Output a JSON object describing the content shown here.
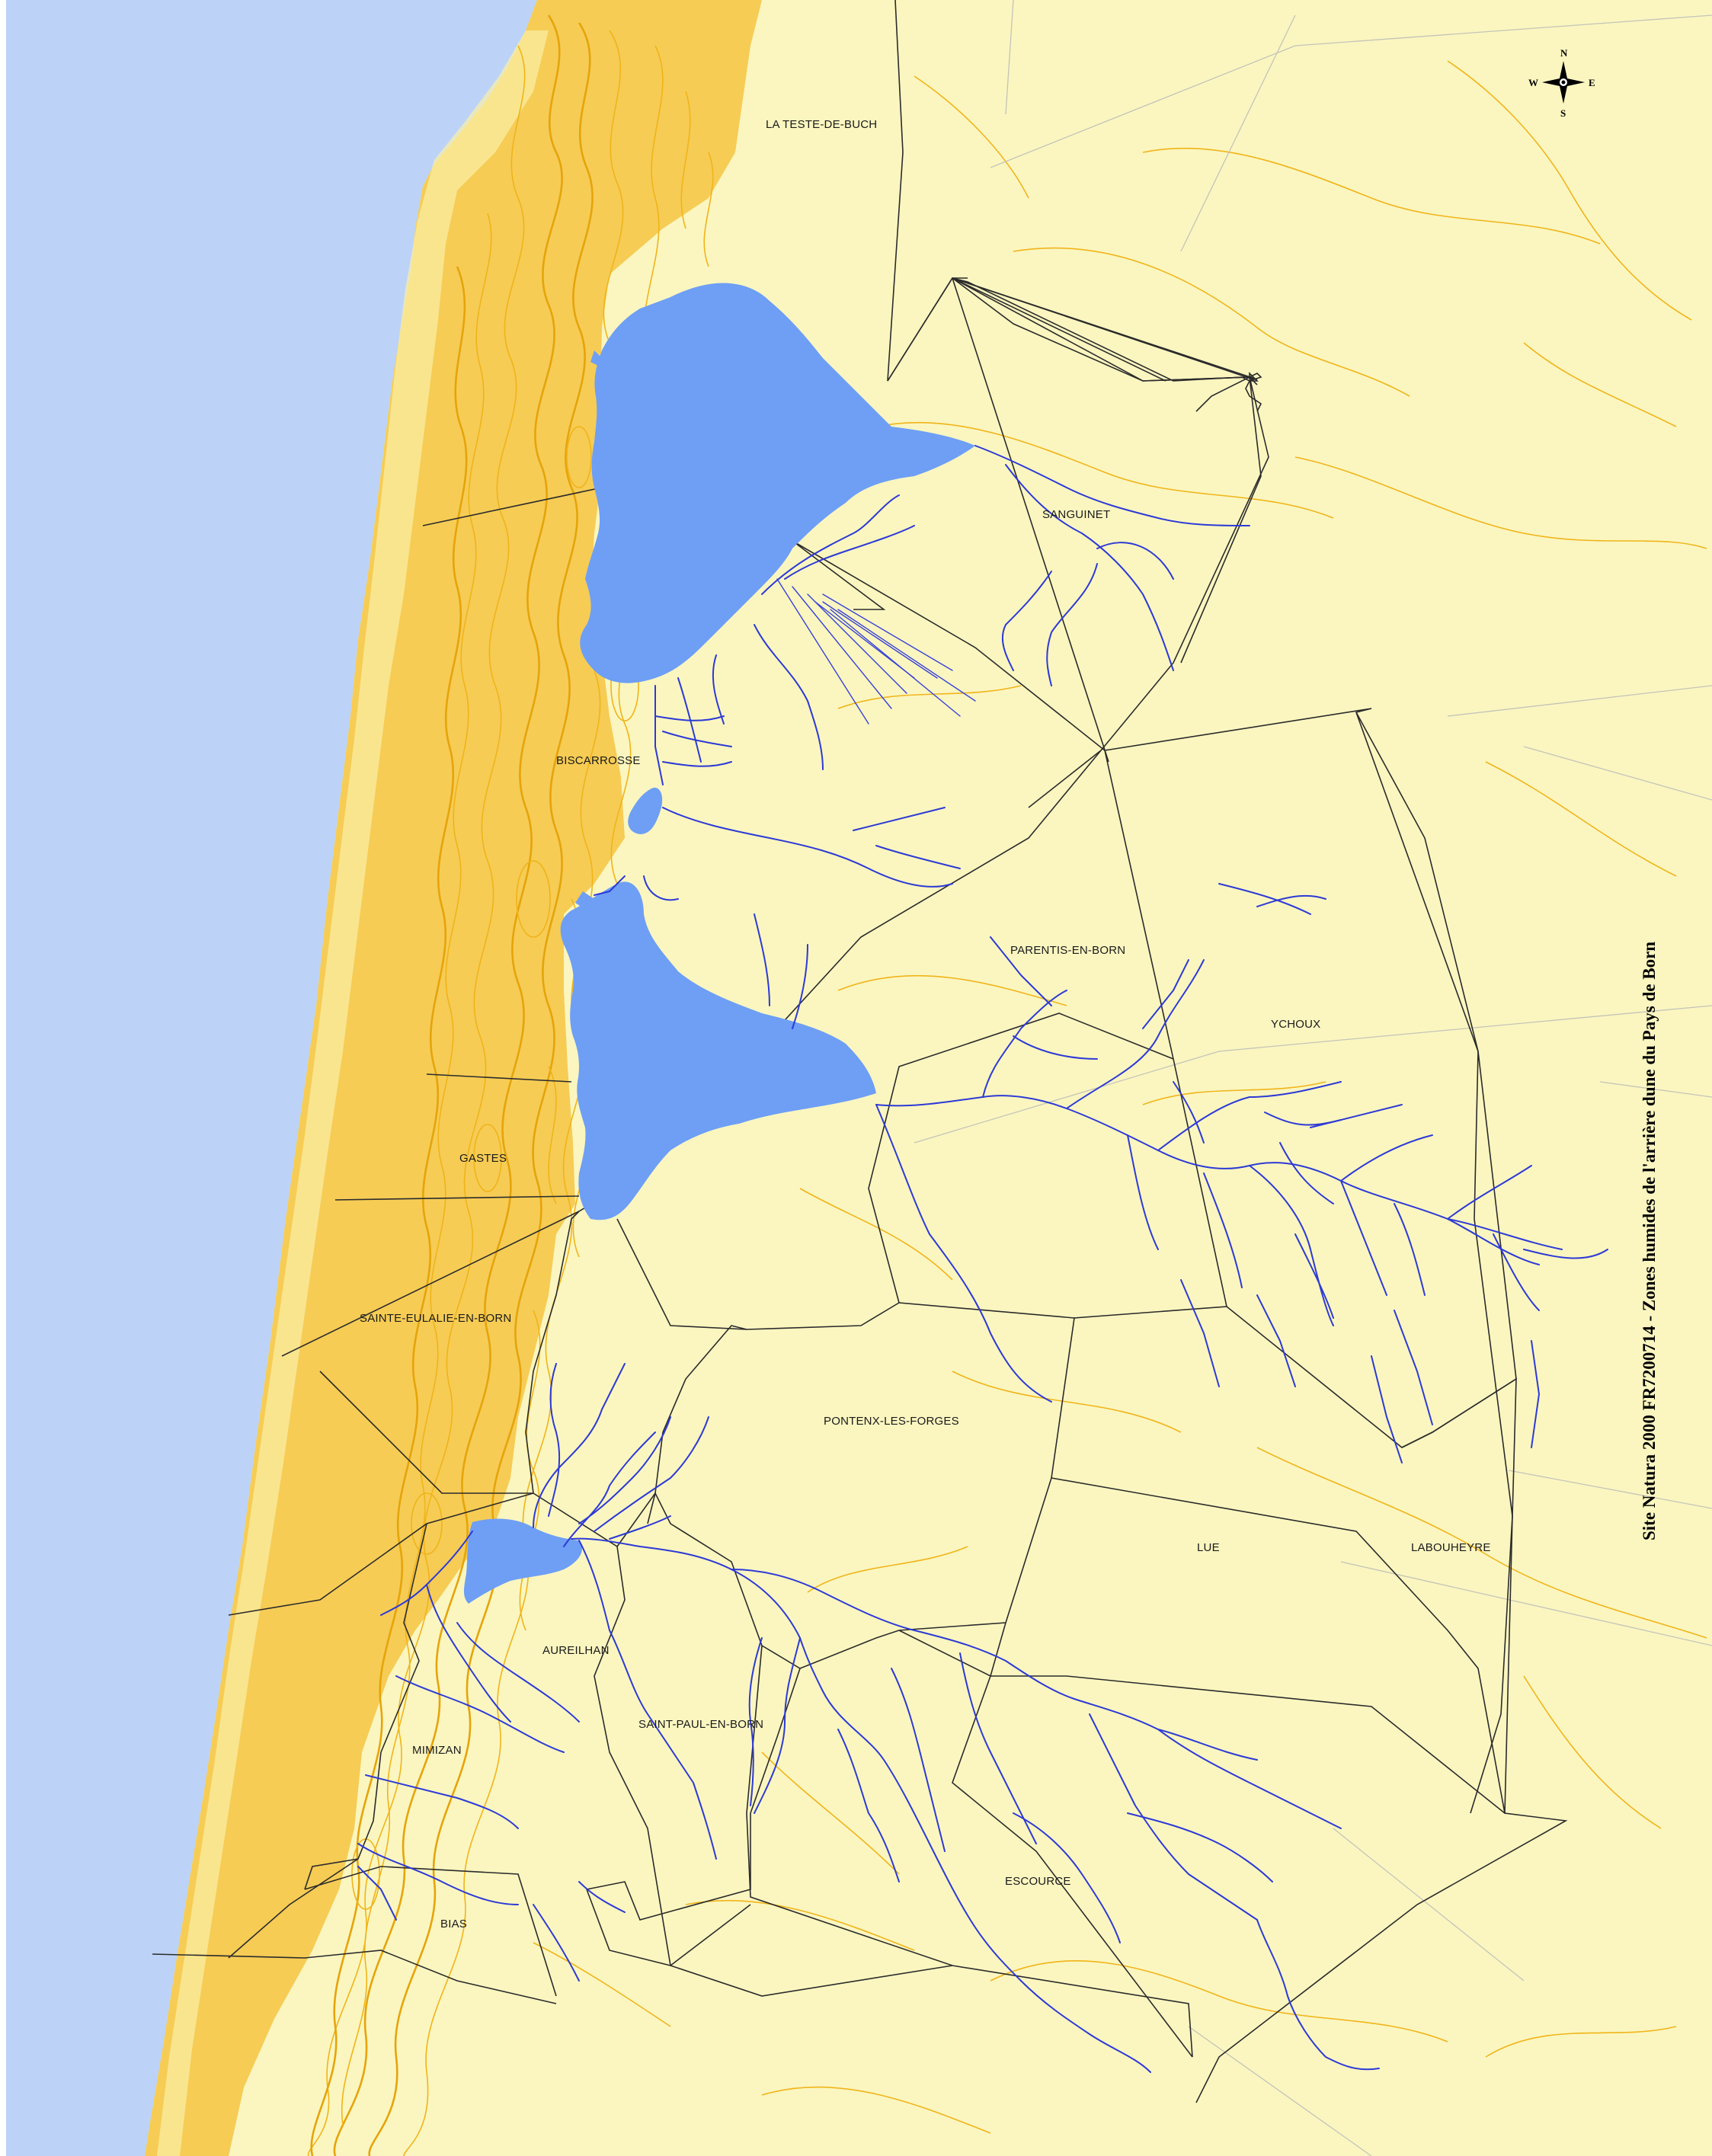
{
  "map": {
    "title": "Site Natura 2000 FR7200714 - Zones humides de l'arrière dune du Pays de Born",
    "compass": {
      "n": "N",
      "s": "S",
      "e": "E",
      "w": "W"
    },
    "colors": {
      "ocean": "#bcd3f7",
      "land": "#fbf6c0",
      "dune": "#f6cc55",
      "contour": "#f0b419",
      "lake": "#6e9ff5",
      "river": "#2d3ad6",
      "boundary": "#2b2b2b",
      "road": "#c4c4b8"
    },
    "communes": [
      "LA TESTE-DE-BUCH",
      "SANGUINET",
      "BISCARROSSE",
      "PARENTIS-EN-BORN",
      "YCHOUX",
      "GASTES",
      "SAINTE-EULALIE-EN-BORN",
      "PONTENX-LES-FORGES",
      "LUE",
      "LABOUHEYRE",
      "AUREILHAN",
      "SAINT-PAUL-EN-BORN",
      "MIMIZAN",
      "ESCOURCE",
      "BIAS"
    ]
  }
}
